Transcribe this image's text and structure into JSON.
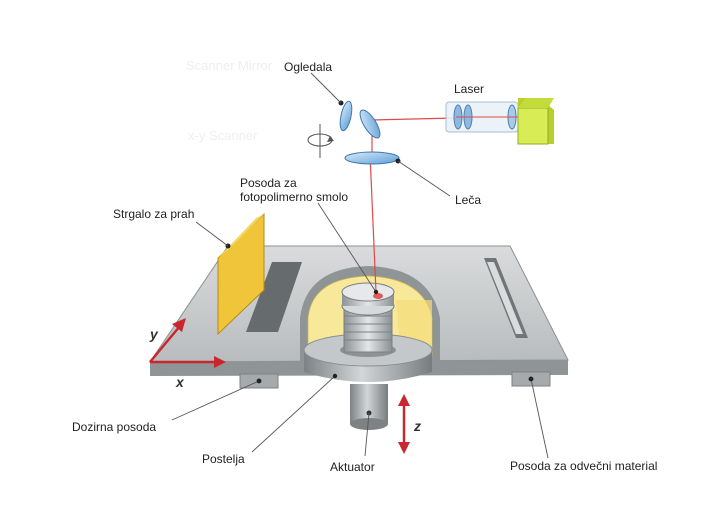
{
  "labels": {
    "ogledala": "Ogledala",
    "laser": "Laser",
    "leca": "Leča",
    "posoda_smola_1": "Posoda za",
    "posoda_smola_2": "fotopolimerno smolo",
    "strgalo": "Strgalo za prah",
    "dozirna": "Dozirna posoda",
    "postelja": "Postelja",
    "aktuator": "Aktuator",
    "odvecni": "Posoda za odvečni material"
  },
  "axes": {
    "x": "x",
    "y": "y",
    "z": "z"
  },
  "colors": {
    "laser_beam": "#e04a4a",
    "arrow": "#c8282d",
    "platform_top": "#c9cccd",
    "platform_side": "#8f9496",
    "powder": "#f8e89a",
    "scraper": "#f0c53a",
    "laser_body": "#cde34d",
    "optics": "#7fb3df"
  }
}
